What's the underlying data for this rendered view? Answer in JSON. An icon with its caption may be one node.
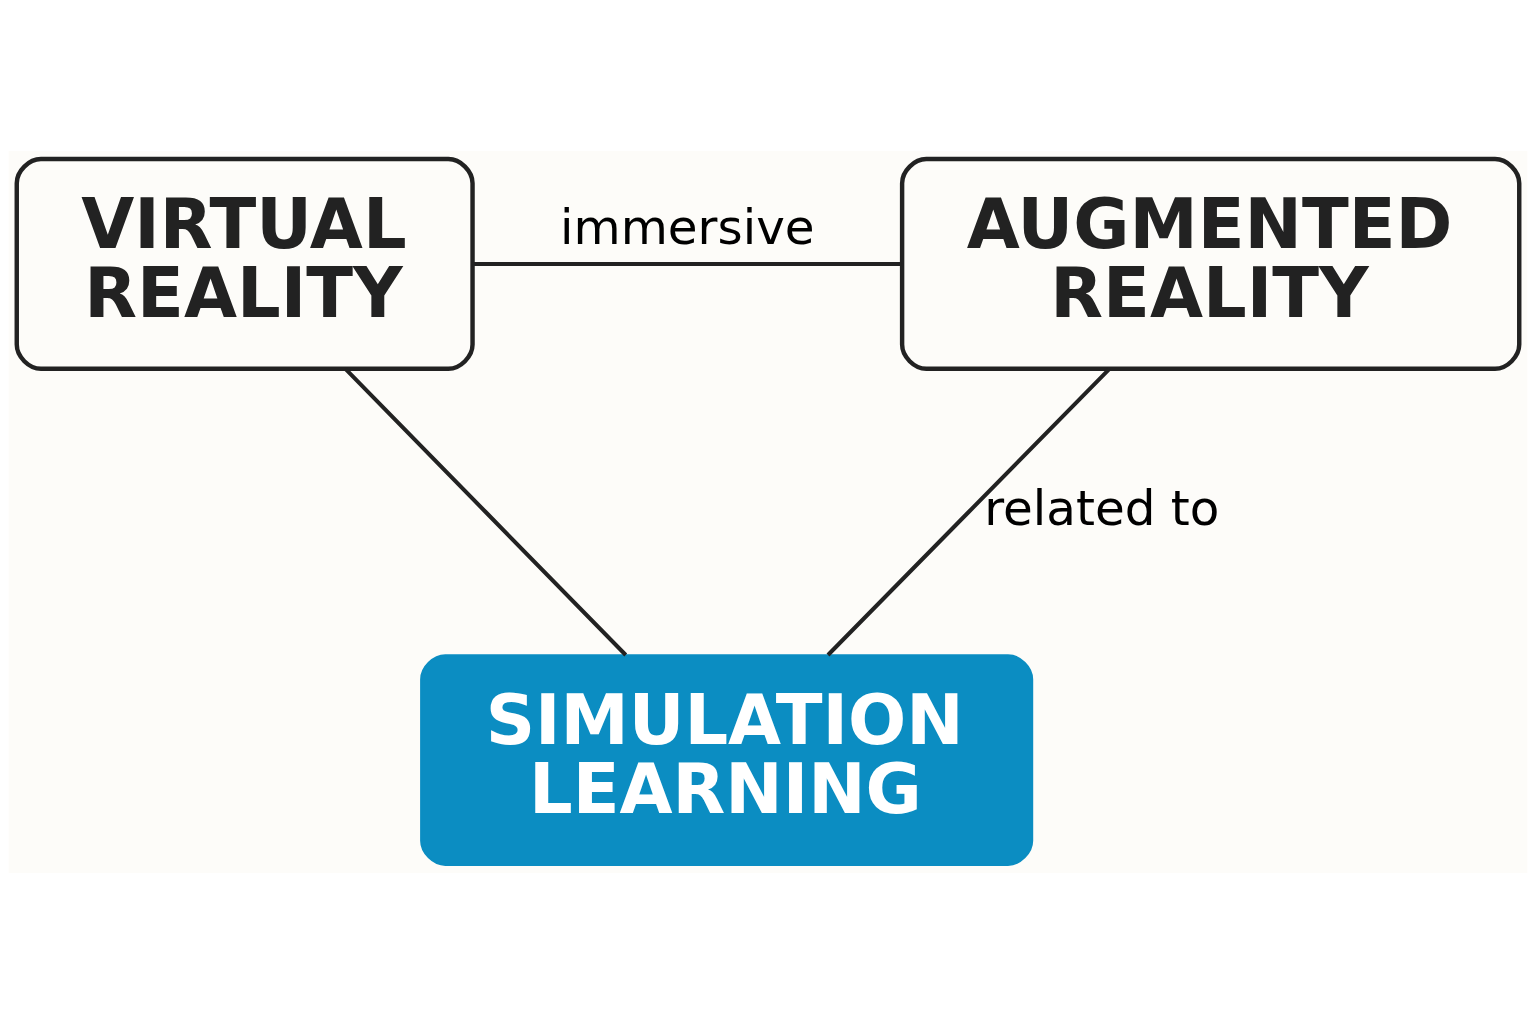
{
  "diagram": {
    "nodes": [
      {
        "text": [
          "VIRTUAL REALITY"
        ]
      },
      {
        "text": [
          "AUGMENTED REALITY"
        ]
      },
      {
        "text": [
          "SIMULATION LEARNING"
        ]
      }
    ],
    "edges": [
      {
        "from": 0,
        "to": 1,
        "arrow": "none",
        "label": "immersive"
      },
      {
        "from": 0,
        "to": 2,
        "arrow": "none"
      },
      {
        "from": 1,
        "to": 2,
        "arrow": "none",
        "label": "related to"
      }
    ]
  }
}
